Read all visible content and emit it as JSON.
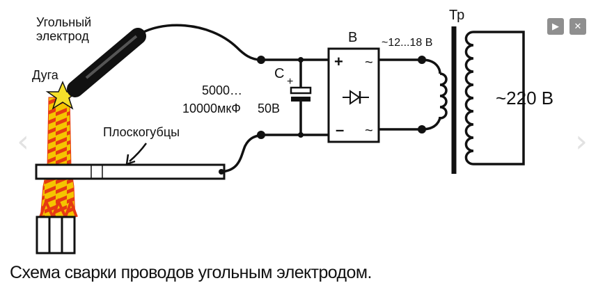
{
  "diagram": {
    "labels": {
      "electrode": [
        "Угольный",
        "электрод"
      ],
      "arc": "Дуга",
      "pliers": "Плоскогубцы",
      "capacitor_value": [
        "5000…",
        "10000мкФ"
      ],
      "capacitor_voltage": "50В",
      "capacitor_name": "С",
      "capacitor_plus": "+",
      "bridge_name": "В",
      "bridge_plus": "+",
      "bridge_minus": "–",
      "bridge_ac_top": "~",
      "bridge_ac_bottom": "~",
      "secondary_voltage": "~12...18 В",
      "transformer_name": "Тр",
      "primary_voltage": "~220 В"
    }
  },
  "caption": "Схема сварки проводов угольным электродом.",
  "controls": {
    "play_icon": "▶",
    "close_icon": "✕",
    "prev_icon": "‹",
    "next_icon": "›"
  }
}
